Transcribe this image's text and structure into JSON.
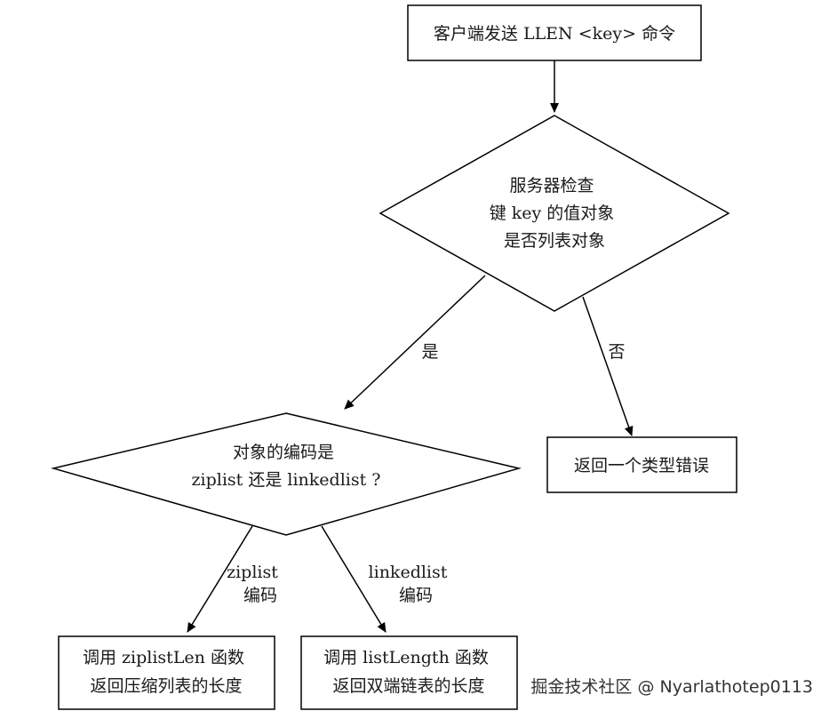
{
  "nodes": {
    "start": {
      "lines": [
        "客户端发送 LLEN <key> 命令"
      ]
    },
    "check_type": {
      "lines": [
        "服务器检查",
        "键 key 的值对象",
        "是否列表对象"
      ]
    },
    "check_encoding": {
      "lines": [
        "对象的编码是",
        "ziplist 还是 linkedlist ?"
      ]
    },
    "type_error": {
      "lines": [
        "返回一个类型错误"
      ]
    },
    "ziplist_len": {
      "lines": [
        "调用 ziplistLen 函数",
        "返回压缩列表的长度"
      ]
    },
    "list_length": {
      "lines": [
        "调用 listLength 函数",
        "返回双端链表的长度"
      ]
    }
  },
  "edges": {
    "yes": {
      "lines": [
        "是"
      ]
    },
    "no": {
      "lines": [
        "否"
      ]
    },
    "ziplist": {
      "lines": [
        "ziplist",
        "编码"
      ]
    },
    "linkedlist": {
      "lines": [
        "linkedlist",
        "编码"
      ]
    }
  },
  "watermark": "掘金技术社区 @ Nyarlathotep0113"
}
